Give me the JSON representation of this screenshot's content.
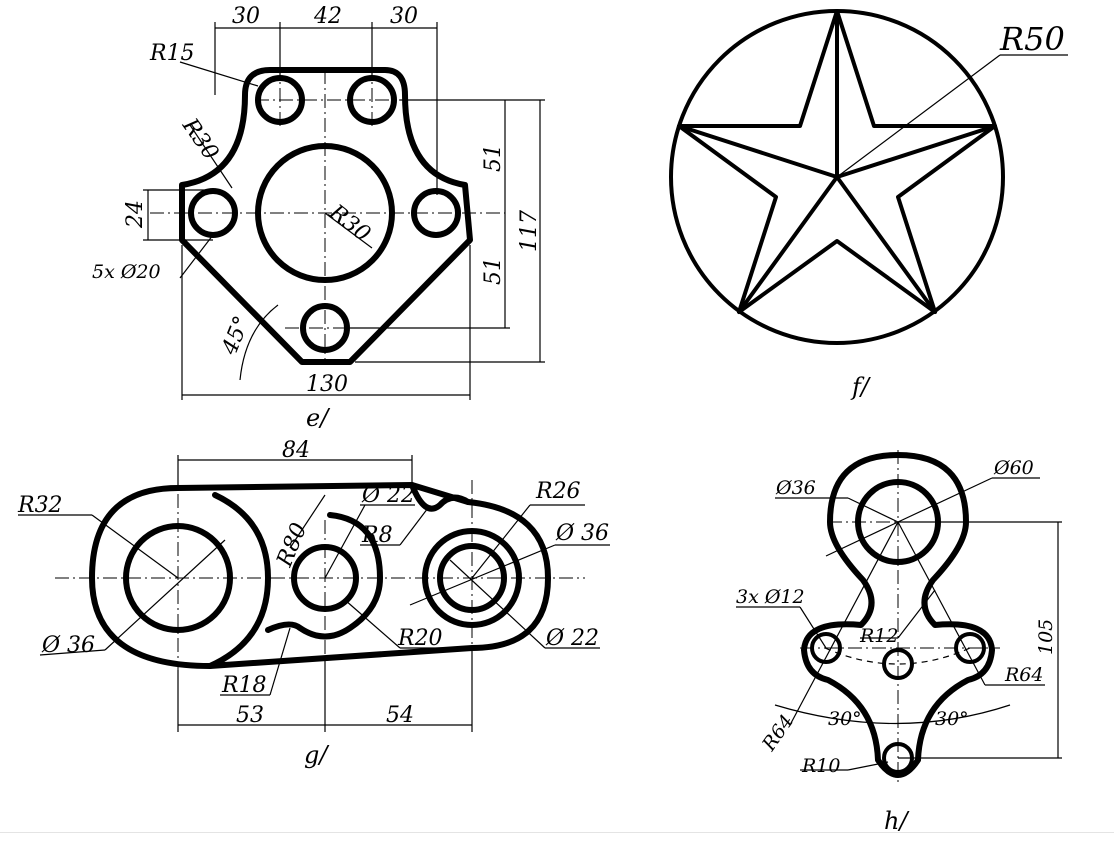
{
  "figures": {
    "e": {
      "caption": "e/",
      "dims": {
        "d30_left": "30",
        "d42": "42",
        "d30_right": "30",
        "r15": "R15",
        "r30_outer": "R30",
        "r30_center": "R30",
        "d24": "24",
        "holes": "5x Ø20",
        "angle": "45°",
        "d130": "130",
        "d51_top": "51",
        "d51_bottom": "51",
        "d117": "117"
      }
    },
    "f": {
      "caption": "f/",
      "dims": {
        "r50": "R50"
      }
    },
    "g": {
      "caption": "g/",
      "dims": {
        "d84": "84",
        "r32": "R32",
        "r80": "R80",
        "phi22_top": "Ø 22",
        "r8": "R8",
        "r26": "R26",
        "phi36_right": "Ø 36",
        "phi36_left": "Ø 36",
        "r20": "R20",
        "phi22_right": "Ø 22",
        "r18": "R18",
        "d53": "53",
        "d54": "54"
      }
    },
    "h": {
      "caption": "h/",
      "dims": {
        "phi36": "Ø36",
        "phi60": "Ø60",
        "holes": "3x Ø12",
        "r12": "R12",
        "d105": "105",
        "r64_right": "R64",
        "r64_left": "R64",
        "a30_left": "30°",
        "a30_right": "30°",
        "r10": "R10"
      }
    }
  }
}
